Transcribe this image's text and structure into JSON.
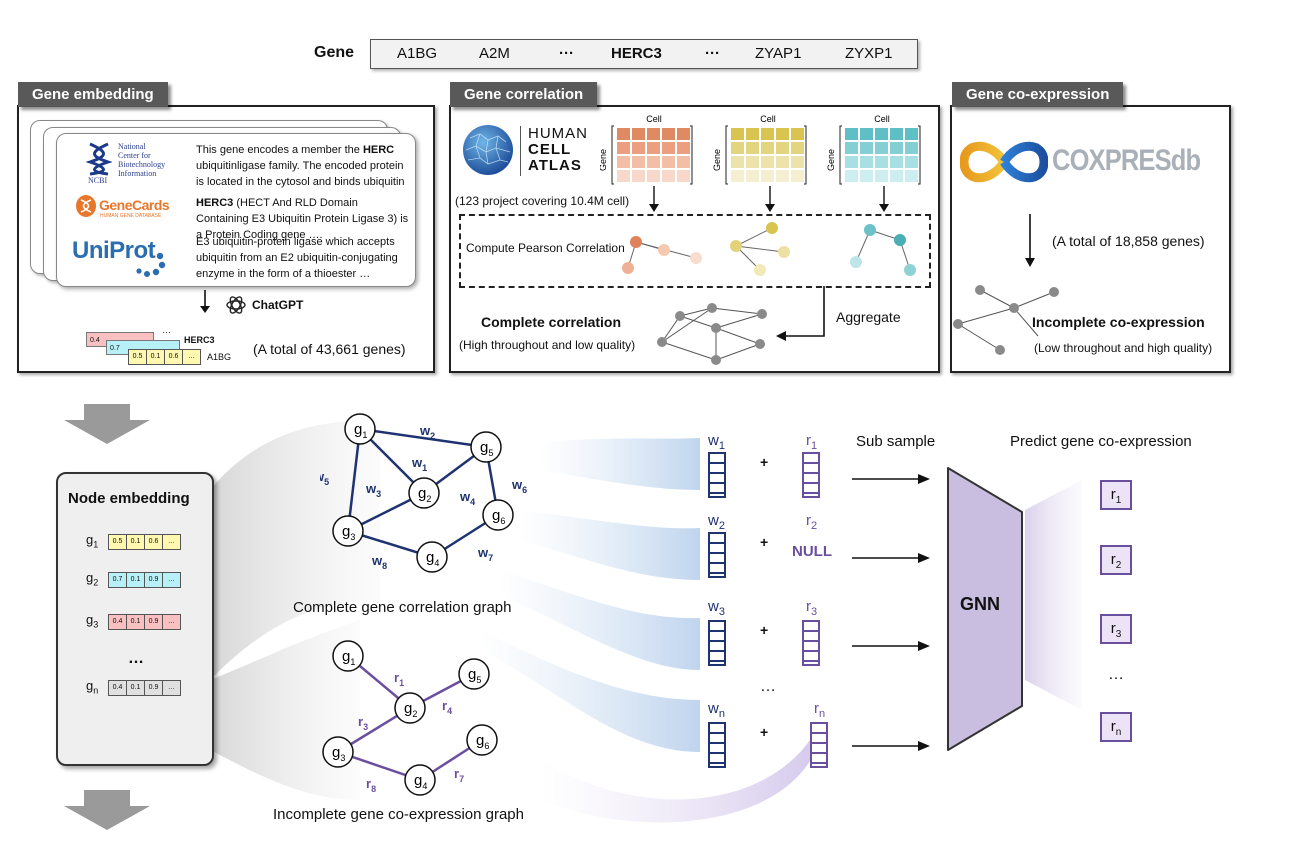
{
  "gene_bar": {
    "label": "Gene",
    "genes": [
      "A1BG",
      "A2M",
      "···",
      "HERC3",
      "···",
      "ZYAP1",
      "ZYXP1"
    ]
  },
  "panels": {
    "embedding": {
      "title": "Gene embedding",
      "ncbi_lines": [
        "National",
        "Center for",
        "Biotechnology",
        "Information"
      ],
      "ncbi_logo": "NCBI",
      "genecards_logo": "GeneCards",
      "genecards_sub": "HUMAN GENE DATABASE",
      "uniprot_logo": "UniProt",
      "text1_pre": "This gene encodes a member the",
      "text1_bold": "HERC",
      "text1_rest": "ubiquitinligase family. The encoded protein is located in the cytosol and binds ubiquitin …",
      "text2_bold": "HERC3",
      "text2_rest": "(HECT And RLD Domain Containing E3 Ubiquitin Protein Ligase 3) is a Protein Coding gene ….",
      "text3": "E3 ubiquitin-protein ligase which accepts ubiquitin from an E2 ubiquitin-conjugating enzyme in the form of a thioester …",
      "chatgpt_label": "ChatGPT",
      "vec_values_red": "0.4",
      "vec_values_cyan": "0.7",
      "vec_values_yellow": [
        "0.5",
        "0.1",
        "0.6",
        "…"
      ],
      "vec_ellipsis": "…",
      "vec_label_herc3": "HERC3",
      "vec_label_a1bg": "A1BG",
      "total_text": "(A total of 43,661 genes)"
    },
    "correlation": {
      "title": "Gene correlation",
      "hca_lines": [
        "HUMAN",
        "CELL",
        "ATLAS"
      ],
      "cell_label": "Cell",
      "gene_label": "Gene",
      "project_text": "(123 project covering 10.4M cell)",
      "compute_text": "Compute Pearson Correlation",
      "aggregate_text": "Aggregate",
      "complete_text": "Complete correlation",
      "quality_text": "(High throughout and low quality)"
    },
    "coexpression": {
      "title": "Gene co-expression",
      "logo_text": "COXPRESdb",
      "total_text": "(A total of 18,858 genes)",
      "incomplete_text": "Incomplete co-expression",
      "quality_text": "(Low throughout and high quality)"
    }
  },
  "node_embedding": {
    "title": "Node embedding",
    "rows": [
      {
        "node": "g",
        "sub": "1",
        "values": [
          "0.5",
          "0.1",
          "0.6",
          "…"
        ],
        "color": "#fff8b0"
      },
      {
        "node": "g",
        "sub": "2",
        "values": [
          "0.7",
          "0.1",
          "0.9",
          "…"
        ],
        "color": "#b8f0f8"
      },
      {
        "node": "g",
        "sub": "3",
        "values": [
          "0.4",
          "0.1",
          "0.9",
          "…"
        ],
        "color": "#f8c0c0"
      },
      {
        "node": "g",
        "sub": "n",
        "values": [
          "0.4",
          "0.1",
          "0.9",
          "…"
        ],
        "color": "#e0e0e0"
      }
    ],
    "ellipsis": "…"
  },
  "graphs": {
    "complete_caption": "Complete gene correlation graph",
    "incomplete_caption": "Incomplete gene co-expression graph",
    "complete_nodes": [
      "1",
      "5",
      "2",
      "3",
      "6",
      "4"
    ],
    "complete_edges": [
      {
        "w": "w",
        "s": "2"
      },
      {
        "w": "w",
        "s": "1"
      },
      {
        "w": "w",
        "s": "5"
      },
      {
        "w": "w",
        "s": "3"
      },
      {
        "w": "w",
        "s": "4"
      },
      {
        "w": "w",
        "s": "6"
      },
      {
        "w": "w",
        "s": "8"
      },
      {
        "w": "w",
        "s": "7"
      }
    ],
    "incomplete_nodes": [
      "1",
      "5",
      "2",
      "3",
      "6",
      "4"
    ],
    "incomplete_edges": [
      {
        "r": "r",
        "s": "1"
      },
      {
        "r": "r",
        "s": "4"
      },
      {
        "r": "r",
        "s": "3"
      },
      {
        "r": "r",
        "s": "8"
      },
      {
        "r": "r",
        "s": "7"
      }
    ]
  },
  "pipeline": {
    "inputs": [
      {
        "w": "w",
        "ws": "1",
        "r": "r",
        "rs": "1",
        "null": false
      },
      {
        "w": "w",
        "ws": "2",
        "r": "r",
        "rs": "2",
        "null": true
      },
      {
        "w": "w",
        "ws": "3",
        "r": "r",
        "rs": "3",
        "null": false
      },
      {
        "w": "w",
        "ws": "n",
        "r": "r",
        "rs": "n",
        "null": false
      }
    ],
    "plus": "+",
    "null_text": "NULL",
    "dots": "…",
    "sub_sample": "Sub sample",
    "predict": "Predict gene co-expression",
    "gnn": "GNN",
    "outputs": [
      {
        "r": "r",
        "s": "1"
      },
      {
        "r": "r",
        "s": "2"
      },
      {
        "r": "r",
        "s": "3"
      },
      {
        "r": "r",
        "s": "n"
      }
    ],
    "out_dots": "…"
  },
  "colors": {
    "navy": "#1f3370",
    "purple": "#6b4f9f",
    "gnn_fill": "#c9bde0",
    "panel_tab": "#595959"
  }
}
